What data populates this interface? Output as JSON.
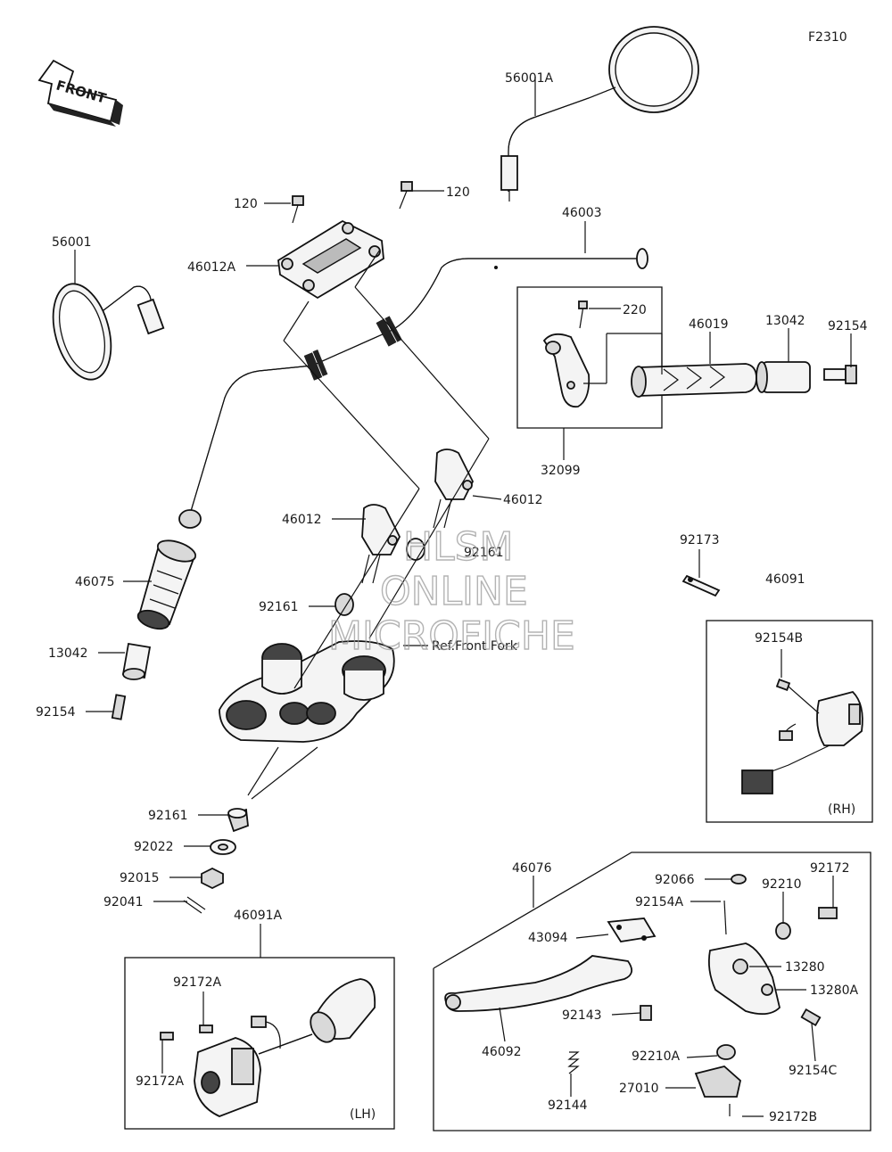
{
  "figure_code": "F2310",
  "front_arrow": "FRONT",
  "ref_note": "Ref.Front Fork",
  "rh_box_label": "(RH)",
  "lh_box_label": "(LH)",
  "watermark": [
    "HLSM",
    "ONLINE",
    "MICROFICHE"
  ],
  "parts": {
    "p56001A": "56001A",
    "p120a": "120",
    "p120b": "120",
    "p46003": "46003",
    "p56001": "56001",
    "p46012A": "46012A",
    "p220": "220",
    "p46019": "46019",
    "p13042a": "13042",
    "p92154a": "92154",
    "p32099": "32099",
    "p46012a": "46012",
    "p46012b": "46012",
    "p92161a": "92161",
    "p92161b": "92161",
    "p92161c": "92161",
    "p46075": "46075",
    "p13042b": "13042",
    "p92154b": "92154",
    "p92173": "92173",
    "p46091": "46091",
    "p92154B": "92154B",
    "p92022": "92022",
    "p92015": "92015",
    "p92041": "92041",
    "p46076": "46076",
    "p92066": "92066",
    "p92172": "92172",
    "p92154A": "92154A",
    "p92210": "92210",
    "p43094": "43094",
    "p13280": "13280",
    "p13280A": "13280A",
    "p46091A": "46091A",
    "p92143": "92143",
    "p46092": "46092",
    "p92210A": "92210A",
    "p92154C": "92154C",
    "p92172A_top": "92172A",
    "p92172A_bot": "92172A",
    "p27010": "27010",
    "p92144": "92144",
    "p92172B": "92172B"
  }
}
